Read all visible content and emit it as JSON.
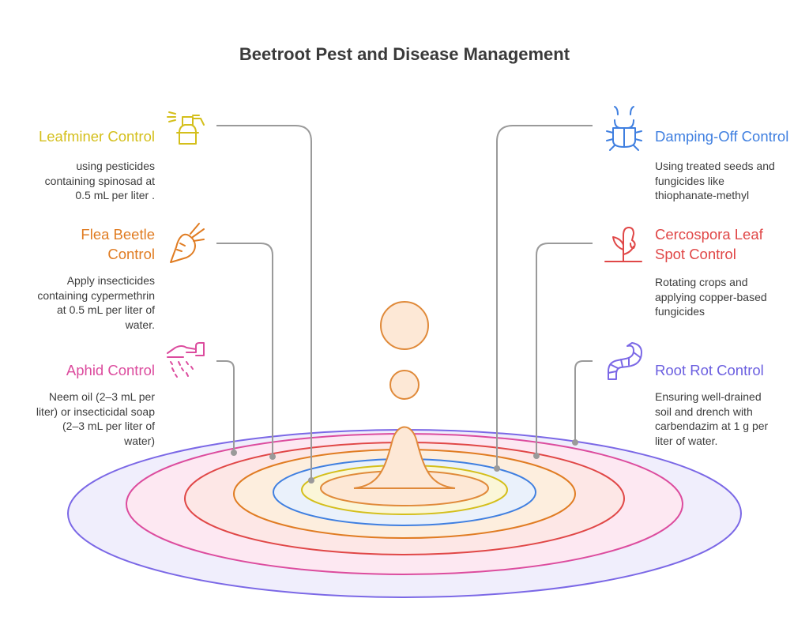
{
  "title": "Beetroot Pest and Disease Management",
  "colors": {
    "leafminer": "#d4bf1b",
    "flea_beetle": "#e07c22",
    "aphid": "#dc4c9e",
    "damping_off": "#3f7fe0",
    "cercospora": "#e04747",
    "root_rot": "#6b5fe0",
    "connector": "#9a9a9a"
  },
  "left": [
    {
      "key": "leafminer",
      "icon": "spray-bottle-icon",
      "title_lines": [
        "Leafminer Control"
      ],
      "desc_lines": [
        "using pesticides",
        "containing spinosad at",
        "0.5 mL per liter ."
      ]
    },
    {
      "key": "flea_beetle",
      "icon": "beetroot-icon",
      "title_lines": [
        "Flea Beetle",
        "Control"
      ],
      "desc_lines": [
        "Apply insecticides",
        "containing cypermethrin",
        "at 0.5 mL per liter of",
        "water."
      ]
    },
    {
      "key": "aphid",
      "icon": "hand-spray-icon",
      "title_lines": [
        "Aphid Control"
      ],
      "desc_lines": [
        "Neem oil (2–3 mL per",
        "liter) or insecticidal soap",
        "(2–3 mL per liter of",
        "water)"
      ]
    }
  ],
  "right": [
    {
      "key": "damping_off",
      "icon": "beetle-icon",
      "title_lines": [
        "Damping-Off Control"
      ],
      "desc_lines": [
        "Using treated seeds and",
        "fungicides like",
        "thiophanate-methyl"
      ]
    },
    {
      "key": "cercospora",
      "icon": "wilted-plant-icon",
      "title_lines": [
        "Cercospora Leaf",
        "Spot Control"
      ],
      "desc_lines": [
        "Rotating crops and",
        "applying copper-based",
        "fungicides"
      ]
    },
    {
      "key": "root_rot",
      "icon": "worm-icon",
      "title_lines": [
        "Root Rot Control"
      ],
      "desc_lines": [
        "Ensuring well-drained",
        "soil and drench with",
        "carbendazim at 1 g per",
        "liter of water."
      ]
    }
  ]
}
